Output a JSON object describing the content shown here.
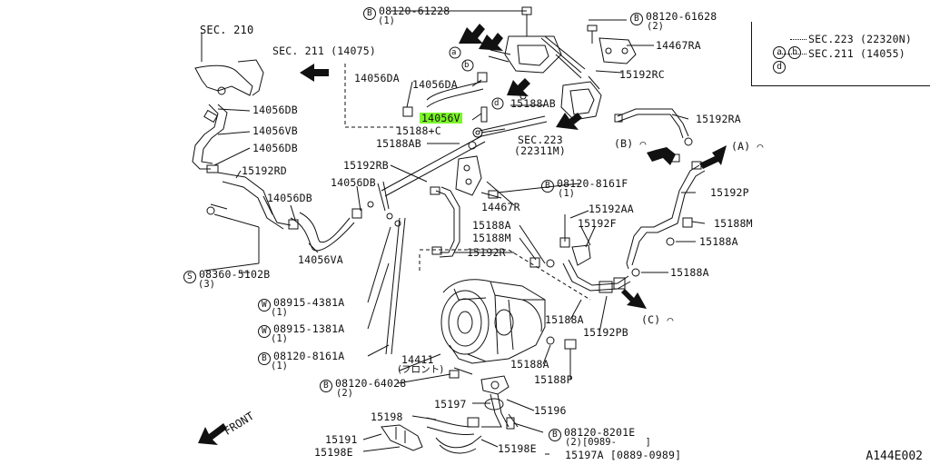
{
  "diagram_id": "A144E002",
  "legend": {
    "row1_markers": [
      "a",
      "b"
    ],
    "row1_ref": "SEC.223 (22320N)",
    "row2_marker": "d",
    "row2_ref": "SEC.211 (14055)"
  },
  "front_label": "FRONT",
  "section_refs": {
    "sec210": "SEC. 210",
    "sec211": "SEC. 211 (14075)",
    "sec223_a": "SEC.223",
    "sec223_b": "(22311M)",
    "arrow_a": "(A)",
    "arrow_b": "(B)",
    "arrow_c": "(C)"
  },
  "parts": {
    "p08120_61228": {
      "prefix": "B",
      "num": "08120-61228",
      "qty": "(1)"
    },
    "p08120_61628": {
      "prefix": "B",
      "num": "08120-61628",
      "qty": "(2)"
    },
    "p14467RA": "14467RA",
    "p15192RC": "15192RC",
    "p14056DA_1": "14056DA",
    "p14056DA_2": "14056DA",
    "p14056V": "14056V",
    "p15188AB_1": "15188AB",
    "p15188C": "15188+C",
    "p15188AB_2": "15188AB",
    "p15192RB": "15192RB",
    "p14056DB_1": "14056DB",
    "p14056VB": "14056VB",
    "p14056DB_2": "14056DB",
    "p15192RD": "15192RD",
    "p14056DB_3": "14056DB",
    "p14056DB_4": "14056DB",
    "p14056VA": "14056VA",
    "p08360": {
      "prefix": "S",
      "num": "08360-5102B",
      "qty": "(3)"
    },
    "p08915_4381A": {
      "prefix": "W",
      "num": "08915-4381A",
      "qty": "(1)"
    },
    "p08915_1381A": {
      "prefix": "W",
      "num": "08915-1381A",
      "qty": "(1)"
    },
    "p08120_8161A": {
      "prefix": "B",
      "num": "08120-8161A",
      "qty": "(1)"
    },
    "p15192RA": "15192RA",
    "p08120_8161F": {
      "prefix": "B",
      "num": "08120-8161F",
      "qty": "(1)"
    },
    "p14467R": "14467R",
    "p15192AA": "15192AA",
    "p15192F": "15192F",
    "p15188A_1": "15188A",
    "p15188M_1": "15188M",
    "p15192R": "15192R",
    "p15192P": "15192P",
    "p15188M_2": "15188M",
    "p15188A_2": "15188A",
    "p15188A_3": "15188A",
    "p15188A_4": "15188A",
    "p15192PB": "15192PB",
    "p14411": "14411",
    "p14411_sub": "(フロント)",
    "p15188A_5": "15188A",
    "p15188P": "15188P",
    "p08120_64028": {
      "prefix": "B",
      "num": "08120-64028",
      "qty": "(2)"
    },
    "p15197": "15197",
    "p15196": "15196",
    "p15198": "15198",
    "p15191": "15191",
    "p15198E_1": "15198E",
    "p15198E_2": "15198E",
    "p08120_8201E": {
      "prefix": "B",
      "num": "08120-8201E",
      "qty": "(2)[0989-     ]"
    },
    "p15197A": "15197A [0889-0989]"
  },
  "colors": {
    "highlight": "#7CF52A",
    "ink": "#111111"
  }
}
